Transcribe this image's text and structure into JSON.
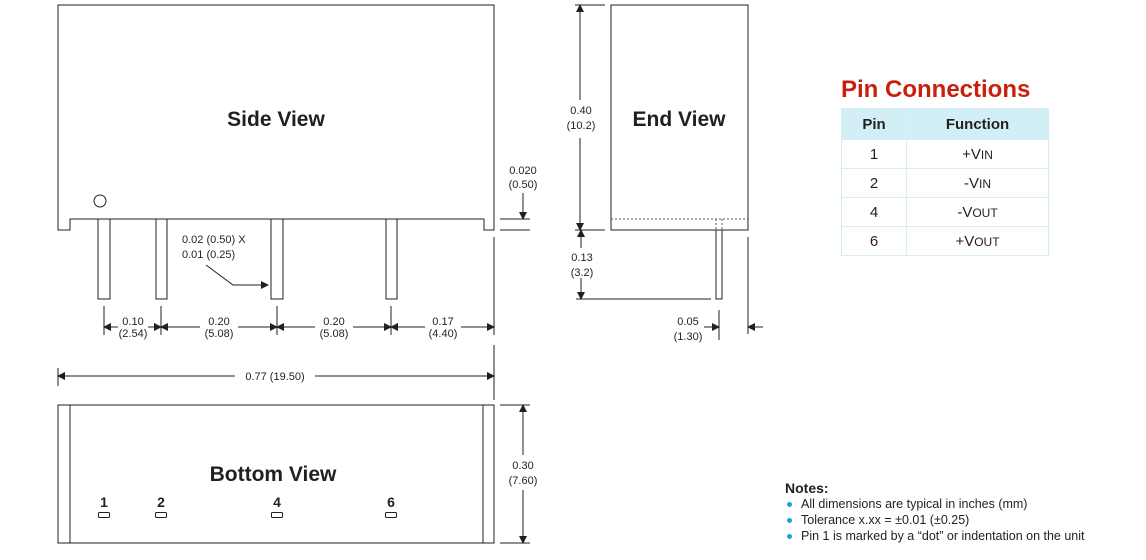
{
  "side_view": {
    "title": "Side View",
    "pin_size": [
      "0.02 (0.50) X",
      "0.01 (0.25)"
    ],
    "standoff": [
      "0.020",
      "(0.50)"
    ],
    "spacings": [
      [
        "0.10",
        "(2.54)"
      ],
      [
        "0.20",
        "(5.08)"
      ],
      [
        "0.20",
        "(5.08)"
      ],
      [
        "0.17",
        "(4.40)"
      ]
    ],
    "overall_length": "0.77 (19.50)"
  },
  "end_view": {
    "title": "End View",
    "height": [
      "0.40",
      "(10.2)"
    ],
    "pin_length": [
      "0.13",
      "(3.2)"
    ],
    "pin_offset": [
      "0.05",
      "(1.30)"
    ]
  },
  "bottom_view": {
    "title": "Bottom View",
    "pins": [
      "1",
      "2",
      "4",
      "6"
    ],
    "width": [
      "0.30",
      "(7.60)"
    ]
  },
  "pin_connections": {
    "title": "Pin Connections",
    "headers": [
      "Pin",
      "Function"
    ],
    "rows": [
      {
        "pin": "1",
        "sign": "+V",
        "sub": "IN"
      },
      {
        "pin": "2",
        "sign": "-V",
        "sub": "IN"
      },
      {
        "pin": "4",
        "sign": "-V",
        "sub": "OUT"
      },
      {
        "pin": "6",
        "sign": "+V",
        "sub": "OUT"
      }
    ],
    "header_color": "#d3eff6",
    "title_color": "#c8200e"
  },
  "notes": {
    "title": "Notes:",
    "items": [
      "All dimensions are typical in inches (mm)",
      "Tolerance x.xx = ±0.01 (±0.25)",
      "Pin 1 is marked by a “dot” or indentation on the unit"
    ],
    "bullet_color": "#1aa3d8"
  }
}
